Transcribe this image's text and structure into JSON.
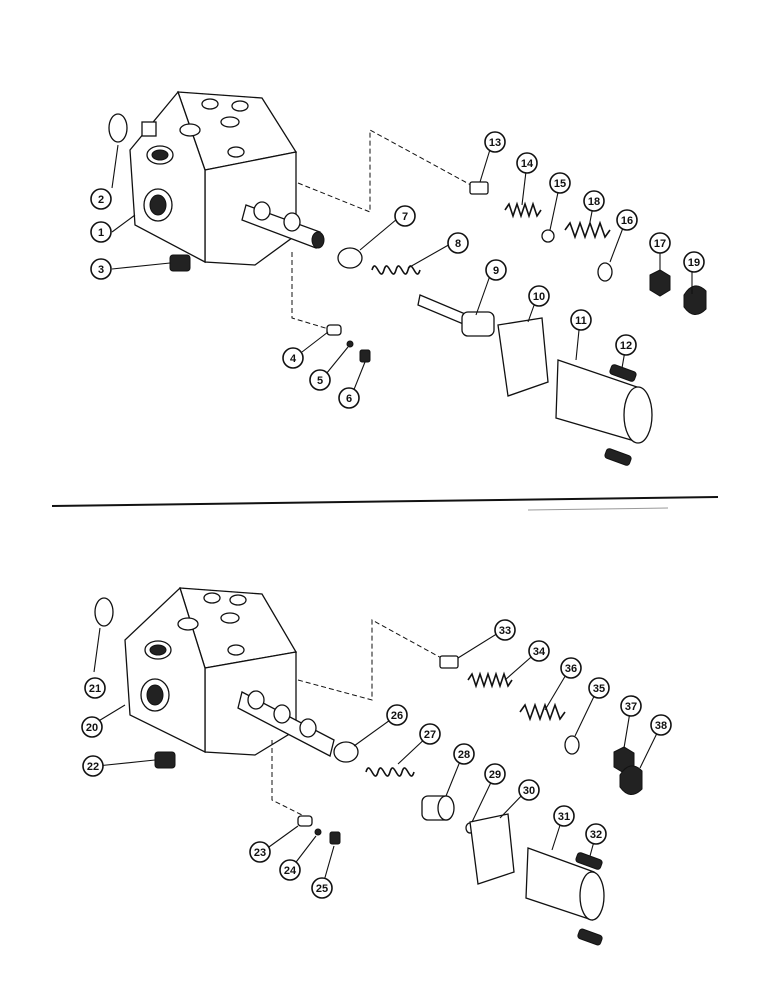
{
  "upper_callouts": [
    "1",
    "2",
    "3",
    "4",
    "5",
    "6",
    "7",
    "8",
    "9",
    "10",
    "11",
    "12",
    "13",
    "14",
    "15",
    "16",
    "17",
    "18",
    "19"
  ],
  "lower_callouts": [
    "20",
    "21",
    "22",
    "23",
    "24",
    "25",
    "26",
    "27",
    "28",
    "29",
    "30",
    "31",
    "32",
    "33",
    "34",
    "35",
    "36",
    "37",
    "38"
  ]
}
